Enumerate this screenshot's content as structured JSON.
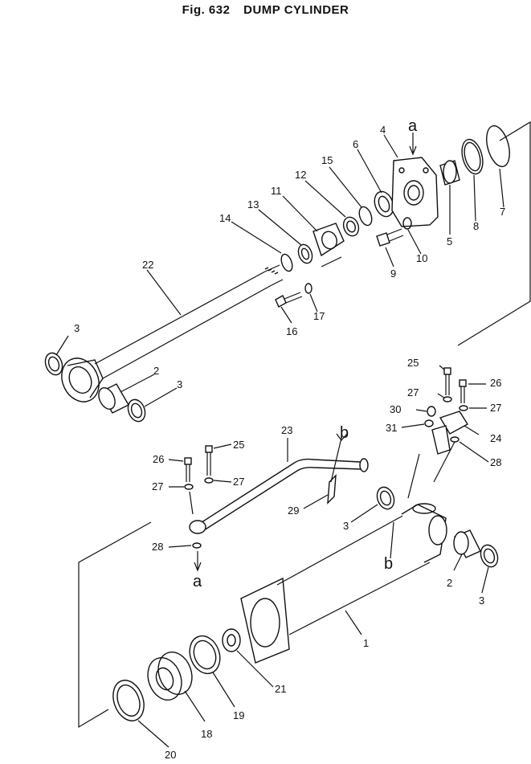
{
  "title": {
    "fig": "Fig. 632",
    "name": "DUMP CYLINDER"
  },
  "callouts": {
    "c1": "1",
    "c2a": "2",
    "c2b": "2",
    "c3a": "3",
    "c3b": "3",
    "c3c": "3",
    "c3d": "3",
    "c4": "4",
    "c5": "5",
    "c6": "6",
    "c7": "7",
    "c8": "8",
    "c9": "9",
    "c10": "10",
    "c11": "11",
    "c12": "12",
    "c13": "13",
    "c14": "14",
    "c15": "15",
    "c16": "16",
    "c17": "17",
    "c18": "18",
    "c19": "19",
    "c20": "20",
    "c21": "21",
    "c22": "22",
    "c23": "23",
    "c24": "24",
    "c25a": "25",
    "c25b": "25",
    "c26a": "26",
    "c26b": "26",
    "c27a": "27",
    "c27b": "27",
    "c27c": "27",
    "c27d": "27",
    "c28a": "28",
    "c28b": "28",
    "c29": "29",
    "c30": "30",
    "c31": "31"
  },
  "refs": {
    "a_top": "a",
    "a_bottom": "a",
    "b_top": "b",
    "b_bottom": "b"
  }
}
